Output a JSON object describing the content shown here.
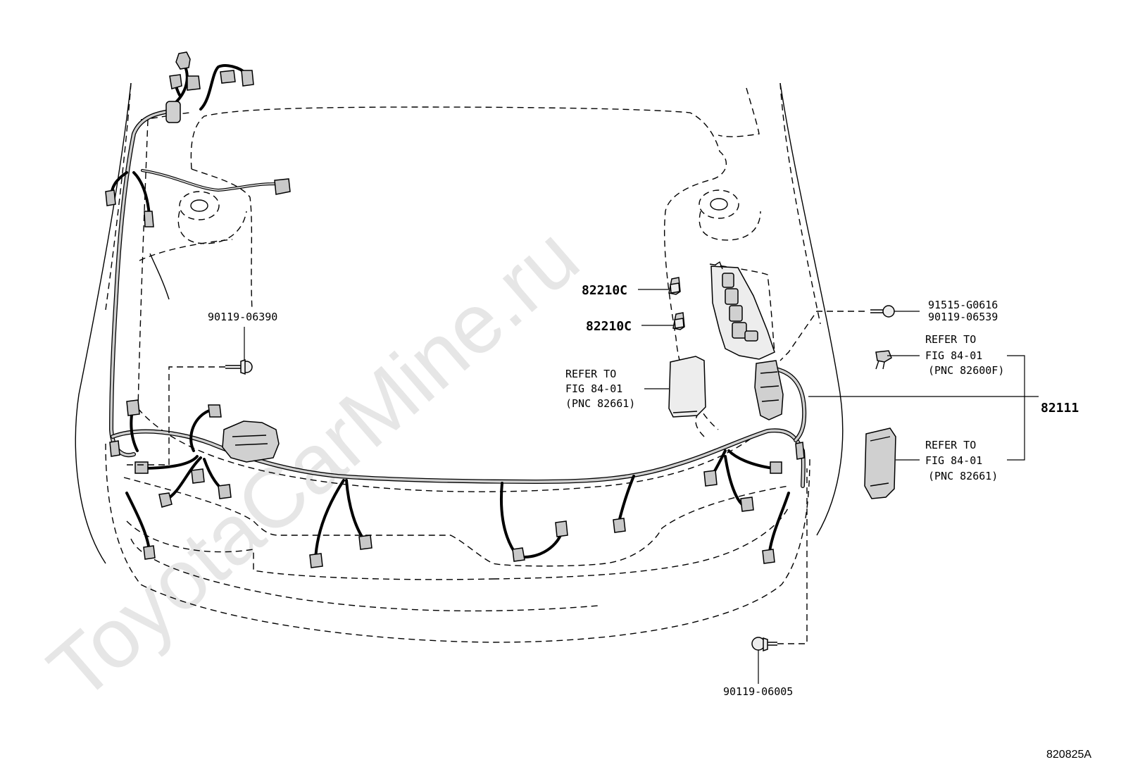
{
  "watermark": "ToyotaCarMine.ru",
  "labels": {
    "part_82210c_1": "82210C",
    "part_82210c_2": "82210C",
    "part_90119_06390": "90119-06390",
    "part_91515_g0616": "91515-G0616",
    "part_90119_06539": "90119-06539",
    "part_82111": "82111",
    "part_90119_06005": "90119-06005"
  },
  "refer_left": {
    "line1": "REFER TO",
    "line2": "FIG 84-01",
    "line3": "(PNC 82661)"
  },
  "refer_right_top": {
    "line1": "REFER TO",
    "line2": "FIG 84-01",
    "line3": "(PNC 82600F)"
  },
  "refer_right_bottom": {
    "line1": "REFER TO",
    "line2": "FIG 84-01",
    "line3": "(PNC 82661)"
  },
  "figure_id": "820825A",
  "colors": {
    "line": "#000000",
    "fill": "#c8c8c8",
    "watermark": "#e6e6e6"
  }
}
